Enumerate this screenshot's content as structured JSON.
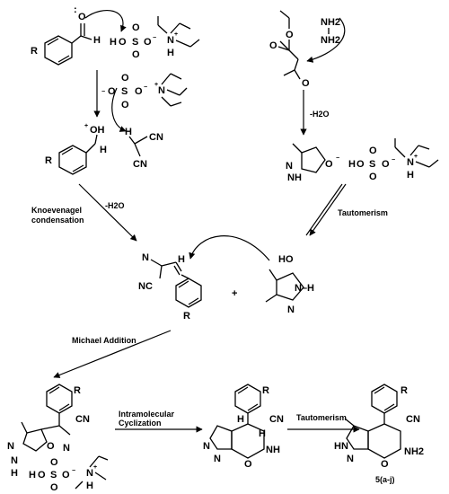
{
  "labels": {
    "minus_h2o_top": "-H2O",
    "minus_h2o_mid": "-H2O",
    "knoevenagel_1": "Knoevenagel",
    "knoevenagel_2": "condensation",
    "tautomerism_mid": "Tautomerism",
    "michael": "Michael Addition",
    "intramolecular_1": "Intramolecular",
    "intramolecular_2": "Cyclization",
    "tautomerism_bottom": "Tautomerism",
    "product": "5(a-j)"
  },
  "atoms": {
    "O": "O",
    "H": "H",
    "R": "R",
    "N": "N",
    "S": "S",
    "HO": "HO",
    "OH": "OH",
    "NH": "NH",
    "NH2": "NH2",
    "HN": "HN",
    "CN": "CN",
    "NC": "NC",
    "N_H": "N–H",
    "plus": "+",
    "minus": "−"
  }
}
